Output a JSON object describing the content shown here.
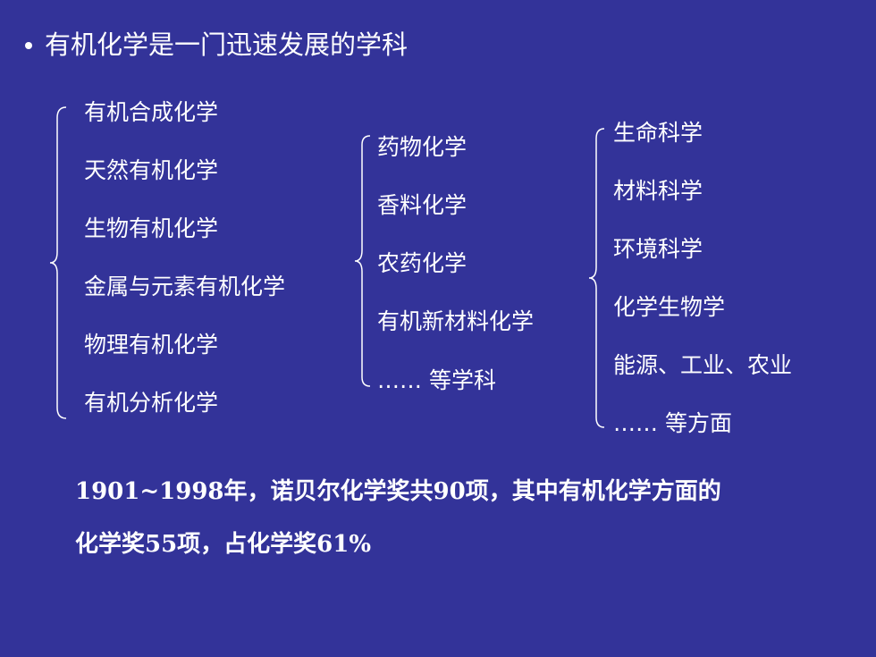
{
  "title": "有机化学是一门迅速发展的学科",
  "columns": [
    {
      "items": [
        "有机合成化学",
        "天然有机化学",
        "生物有机化学",
        "金属与元素有机化学",
        "物理有机化学",
        "有机分析化学"
      ]
    },
    {
      "items": [
        "药物化学",
        "香料化学",
        "农药化学",
        "有机新材料化学",
        "…… 等学科"
      ]
    },
    {
      "items": [
        "生命科学",
        "材料科学",
        "环境科学",
        "化学生物学",
        "能源、工业、农业",
        "…… 等方面"
      ]
    }
  ],
  "note": {
    "line1": "1901~1998年，诺贝尔化学奖共90项，其中有机化学方面的",
    "line2": "化学奖55项，占化学奖61%"
  }
}
